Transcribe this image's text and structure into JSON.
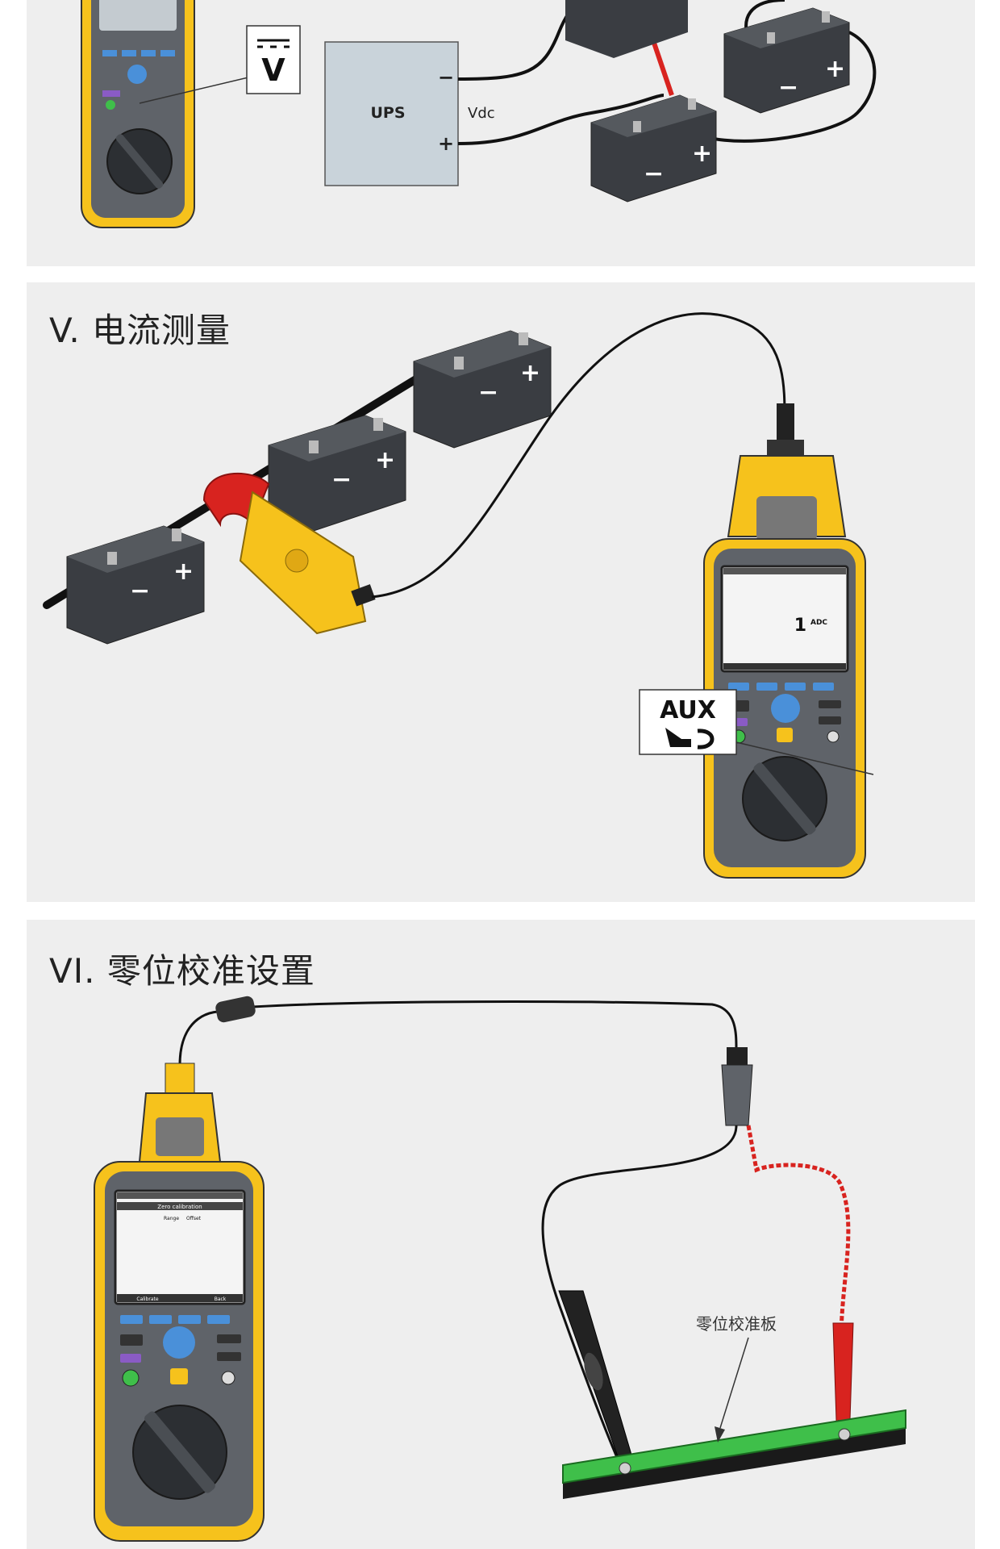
{
  "colors": {
    "meter_yellow": "#f6c21c",
    "meter_body": "#5f6369",
    "battery_body": "#3a3d42",
    "lead_red": "#d8231f",
    "board_green": "#3fbf4a",
    "ups_box": "#c9d3da"
  },
  "top_panel": {
    "volt_symbol": "V",
    "ups_label": "UPS",
    "minus_sign": "−",
    "plus_sign": "+",
    "vdc_label": "Vdc"
  },
  "section_v": {
    "title": "V. 电流测量",
    "screen_reading": "1",
    "screen_unit": "ADC",
    "aux_label": "AUX"
  },
  "section_vi": {
    "title": "VI. 零位校准设置",
    "board_label": "零位校准板",
    "screen_heading": "Zero calibration",
    "screen_col_range": "Range",
    "screen_col_offset": "Offset",
    "calibrate_button": "Calibrate",
    "back_button": "Back"
  },
  "battery_icons": {
    "plus": "+",
    "minus": "−"
  }
}
